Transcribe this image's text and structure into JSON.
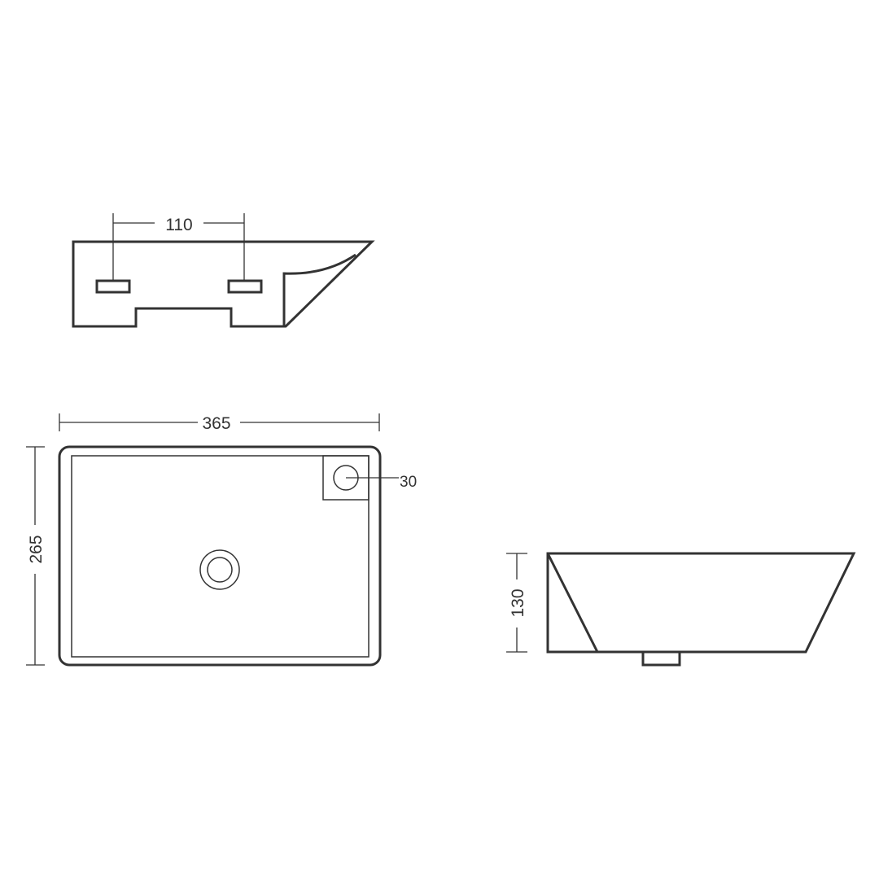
{
  "drawing": {
    "front_view": {
      "tap_hole_spacing": "110"
    },
    "top_view": {
      "width": "365",
      "depth": "265",
      "overflow_diameter": "30"
    },
    "side_view": {
      "height": "130"
    },
    "line_color": "#333333"
  }
}
